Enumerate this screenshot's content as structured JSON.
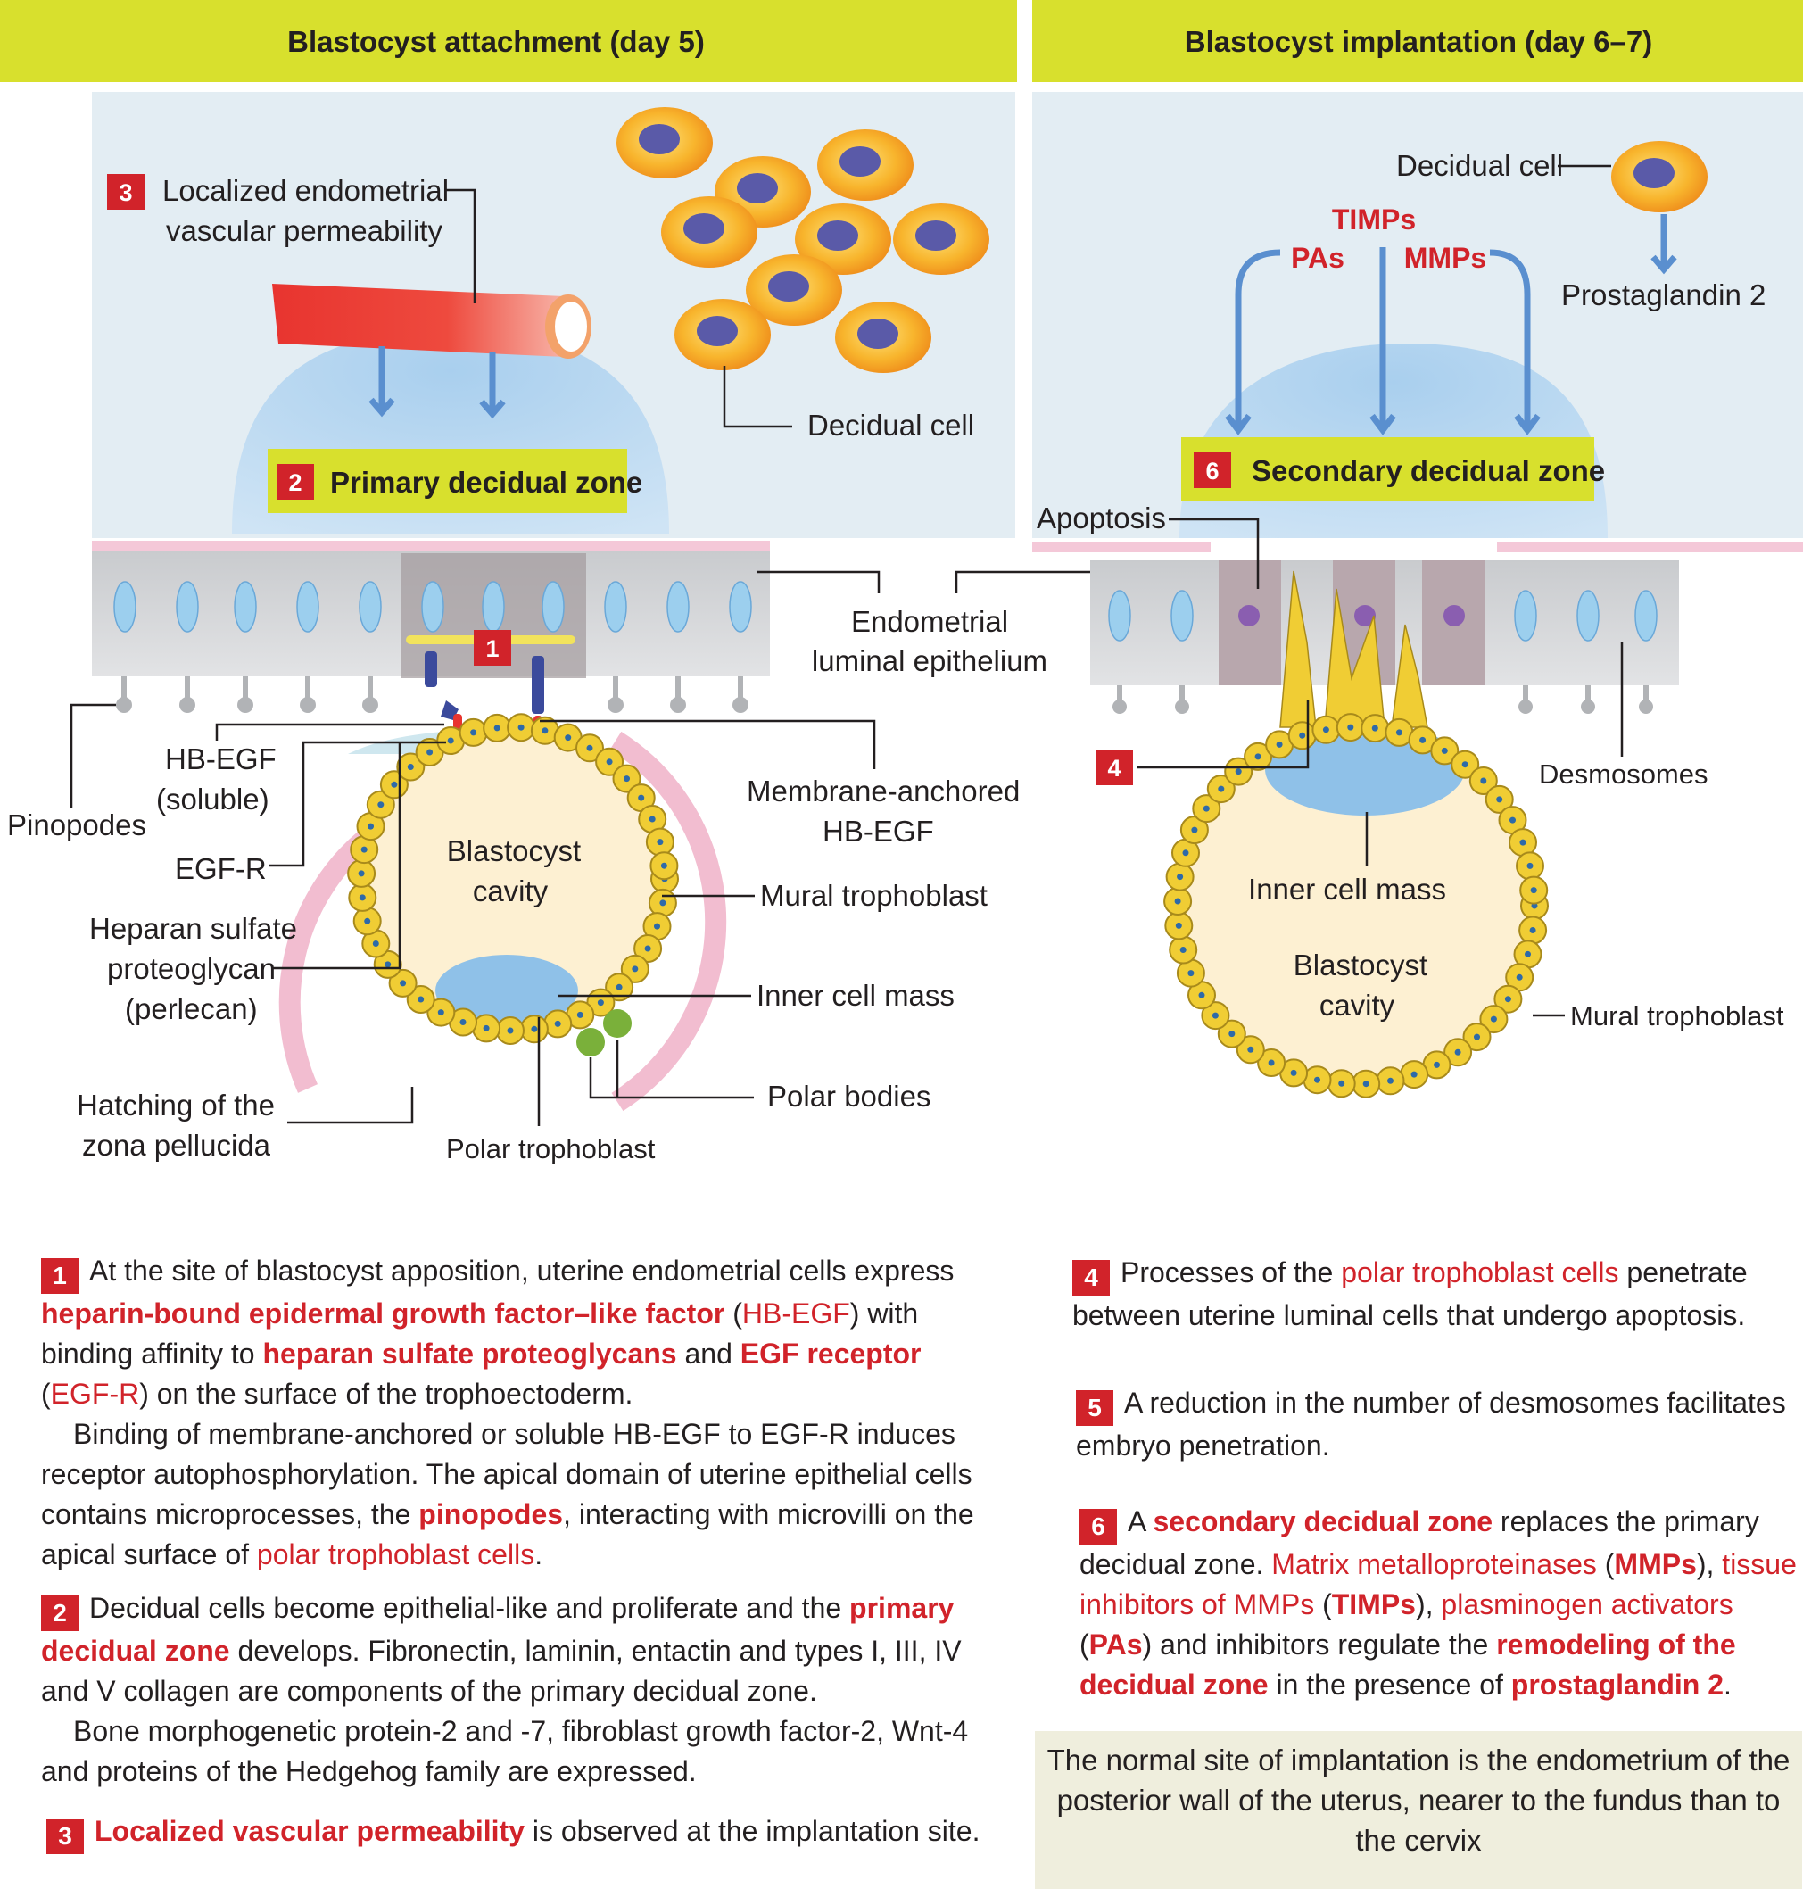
{
  "headers": {
    "left": "Blastocyst attachment (day 5)",
    "right": "Blastocyst implantation (day 6–7)"
  },
  "left_panel": {
    "box3_num": "3",
    "box3_line1": "Localized endometrial",
    "box3_line2": "vascular permeability",
    "zone_num": "2",
    "zone_label": "Primary decidual zone",
    "decidual_cell": "Decidual cell",
    "marker1": "1",
    "hbegf_soluble_line1": "HB-EGF",
    "hbegf_soluble_line2": "(soluble)",
    "pinopodes": "Pinopodes",
    "egfr": "EGF-R",
    "heparan_line1": "Heparan sulfate",
    "heparan_line2": "proteoglycan",
    "heparan_line3": "(perlecan)",
    "hatching_line1": "Hatching of the",
    "hatching_line2": "zona pellucida",
    "polar_trophoblast": "Polar trophoblast",
    "membrane_line1": "Membrane-anchored",
    "membrane_line2": "HB-EGF",
    "mural_trophoblast": "Mural trophoblast",
    "inner_cell_mass": "Inner cell mass",
    "polar_bodies": "Polar bodies",
    "cavity_line1": "Blastocyst",
    "cavity_line2": "cavity"
  },
  "middle": {
    "epithelium_line1": "Endometrial",
    "epithelium_line2": "luminal epithelium"
  },
  "right_panel": {
    "decidual_cell": "Decidual cell",
    "timps": "TIMPs",
    "pas": "PAs",
    "mmps": "MMPs",
    "prostaglandin": "Prostaglandin 2",
    "zone_num": "6",
    "zone_label": "Secondary decidual zone",
    "apoptosis": "Apoptosis",
    "marker4": "4",
    "desmosomes": "Desmosomes",
    "inner_cell_mass": "Inner cell mass",
    "cavity_line1": "Blastocyst",
    "cavity_line2": "cavity",
    "mural_trophoblast": "Mural trophoblast"
  },
  "text_blocks": {
    "p1": {
      "num": "1",
      "a": "At the site of blastocyst apposition, uterine endometrial cells express",
      "b_red": "heparin-bound epidermal growth factor–like factor",
      "c": " (",
      "d_red": "HB-EGF",
      "e": ") with",
      "f": "binding affinity to ",
      "g_red": "heparan sulfate proteoglycans",
      "h": " and ",
      "i_red": "EGF receptor",
      "j": "(",
      "k_red": "EGF-R",
      "l": ") on the surface of the trophoectoderm.",
      "m": "Binding of membrane-anchored or soluble HB-EGF to EGF-R induces",
      "n": "receptor autophosphorylation. The apical domain of uterine epithelial cells",
      "o": "contains microprocesses, the ",
      "p_red": "pinopodes",
      "q": ", interacting with microvilli on the",
      "r": "apical surface of ",
      "s_red": "polar trophoblast cells",
      "t": "."
    },
    "p2": {
      "num": "2",
      "a": "Decidual cells become epithelial-like and proliferate and the ",
      "b_red": "primary",
      "c_red": "decidual zone",
      "d": " develops. Fibronectin, laminin, entactin and types I, III, IV",
      "e": "and V collagen are components of the primary decidual zone.",
      "f": "Bone morphogenetic protein-2 and -7, fibroblast growth factor-2, Wnt-4",
      "g": "and proteins of the Hedgehog family are expressed."
    },
    "p3": {
      "num": "3",
      "a_red": "Localized vascular permeability",
      "b": " is observed at the implantation site."
    },
    "p4": {
      "num": "4",
      "a": "Processes of the ",
      "b_red": "polar trophoblast cells",
      "c": " penetrate",
      "d": "between uterine luminal cells that undergo apoptosis."
    },
    "p5": {
      "num": "5",
      "a": "A reduction in the number of desmosomes facilitates",
      "b": "embryo penetration."
    },
    "p6": {
      "num": "6",
      "a": "A ",
      "b_red": "secondary decidual zone",
      "c": " replaces the primary",
      "d": "decidual zone. ",
      "e_red": "Matrix metalloproteinases",
      "f": " (",
      "g_red": "MMPs",
      "h": "), ",
      "i_red": "tissue",
      "j_red": "inhibitors of MMPs",
      "k": " (",
      "l_red": "TIMPs",
      "m": "), ",
      "n_red": "plasminogen activators",
      "o": "(",
      "p_red": "PAs",
      "q": ") and inhibitors regulate the ",
      "r_red": "remodeling of the",
      "s_red": "decidual zone",
      "t": " in the presence of ",
      "u_red": "prostaglandin 2",
      "v": "."
    },
    "note": {
      "line1": "The normal site of implantation is the endometrium of the",
      "line2": "posterior wall of the uterus, nearer to the fundus than to",
      "line3": "the cervix"
    }
  },
  "colors": {
    "header_bg": "#d8e02d",
    "panel_bg": "#e3edf3",
    "zone_bg": "#b9d8ef",
    "label_red": "#d1232a",
    "cell_yellow": "#f0cd34",
    "icm_blue": "#8fc1e8",
    "cavity": "#fdf0d2",
    "zona_pink": "#f2bdd0",
    "vessel_red": "#e8342f"
  }
}
